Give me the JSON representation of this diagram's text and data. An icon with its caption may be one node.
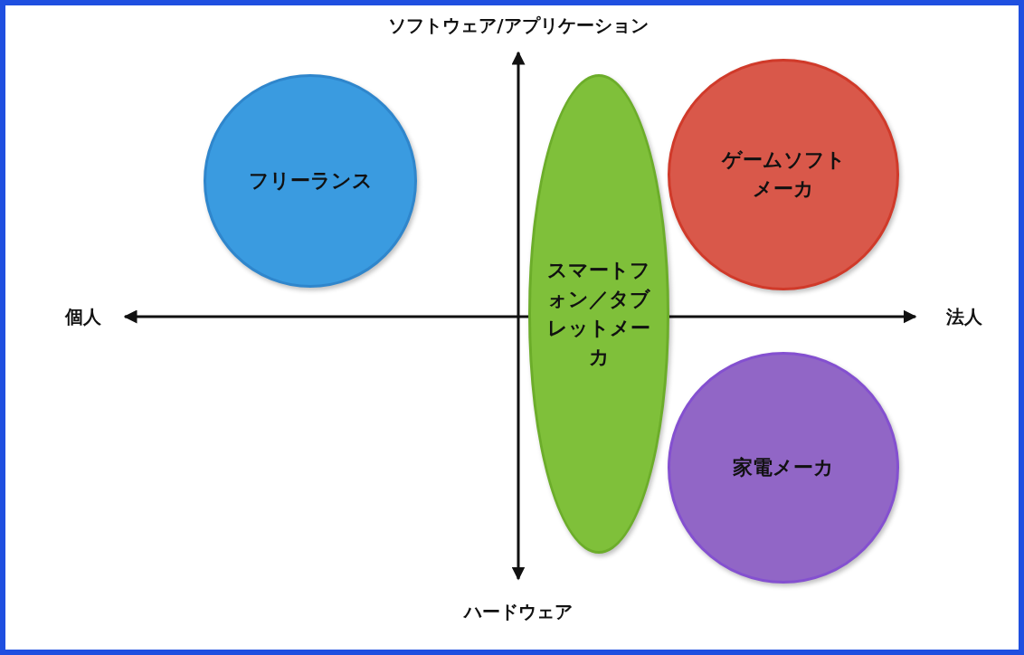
{
  "diagram": {
    "nodes": [
      {
        "text": [
          "フリーランス"
        ]
      },
      {
        "text": [
          "スマートフォン／タブレットメーカ"
        ]
      },
      {
        "text": [
          "ゲームソフトメーカ"
        ]
      },
      {
        "text": [
          "家電メーカ"
        ]
      }
    ],
    "edges": [],
    "labels": [
      "ソフトウェア/アプリケーション",
      "個人",
      "法人",
      "ハードウェア"
    ]
  }
}
